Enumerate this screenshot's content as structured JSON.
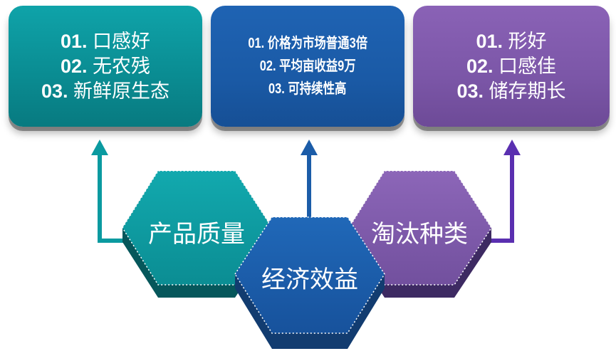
{
  "boxes": [
    {
      "id": "green",
      "items": [
        {
          "num": "01.",
          "text": "口感好"
        },
        {
          "num": "02.",
          "text": "无农残"
        },
        {
          "num": "03.",
          "text": "新鲜原生态"
        }
      ]
    },
    {
      "id": "blue",
      "items": [
        {
          "num": "01.",
          "text": "价格为市场普通3倍"
        },
        {
          "num": "02.",
          "text": "平均亩收益9万"
        },
        {
          "num": "03.",
          "text": "可持续性高"
        }
      ]
    },
    {
      "id": "purple",
      "items": [
        {
          "num": "01.",
          "text": "形好"
        },
        {
          "num": "02.",
          "text": "口感佳"
        },
        {
          "num": "03.",
          "text": "储存期长"
        }
      ]
    }
  ],
  "hexagons": {
    "product_quality": "产品质量",
    "economic_benefit": "经济效益",
    "eliminate_varieties": "淘汰种类"
  },
  "colors": {
    "teal": "#0a9aa0",
    "blue": "#1b5ca8",
    "purple": "#7b56a7",
    "arrow_purple": "#5a2fb0"
  }
}
